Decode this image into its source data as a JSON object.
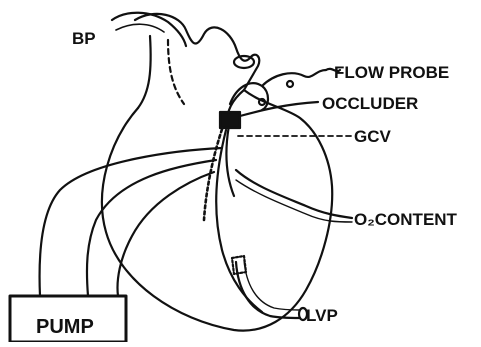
{
  "labels": {
    "bp": "BP",
    "flow_probe": "FLOW PROBE",
    "occluder": "OCCLUDER",
    "gcv": "GCV",
    "o2_content": "O₂CONTENT",
    "lvp": "LVP",
    "pump": "PUMP"
  },
  "colors": {
    "ink": "#111111",
    "background": "#ffffff"
  }
}
